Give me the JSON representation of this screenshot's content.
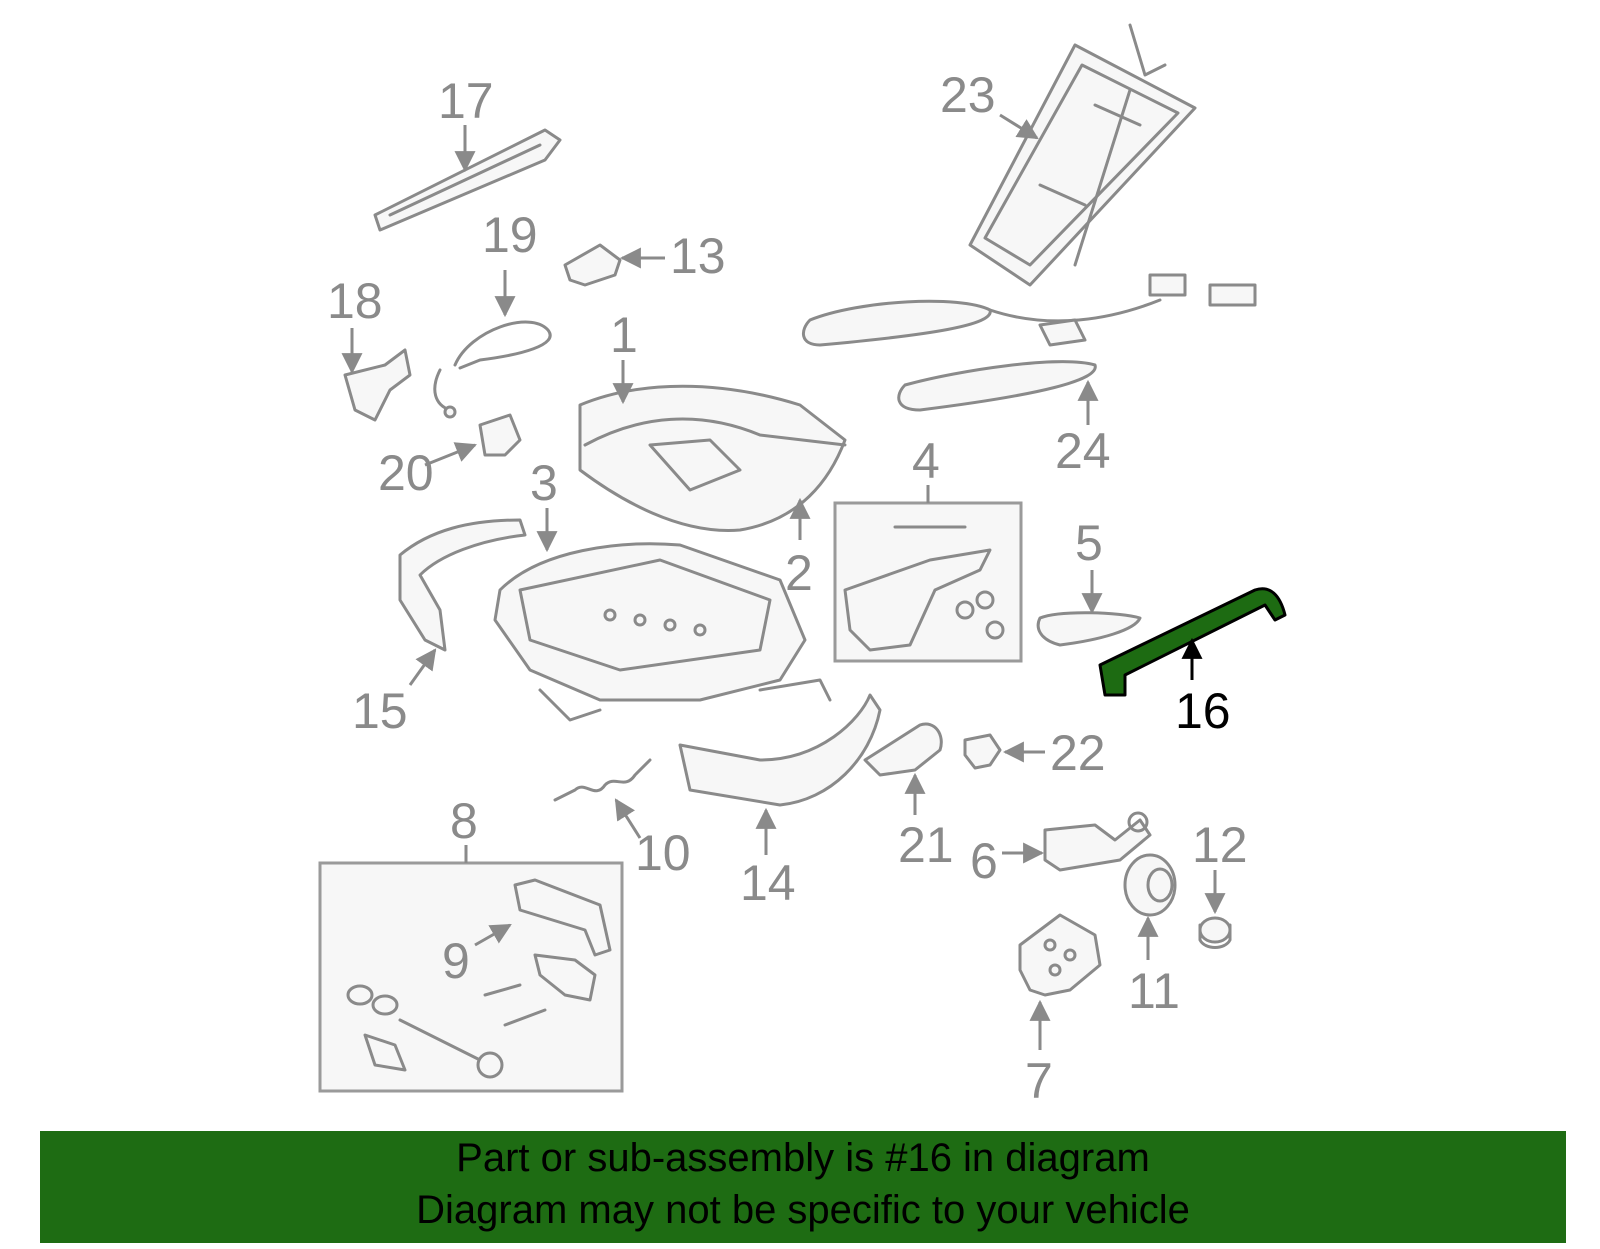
{
  "callouts": {
    "c1": "1",
    "c2": "2",
    "c3": "3",
    "c4": "4",
    "c5": "5",
    "c6": "6",
    "c7": "7",
    "c8": "8",
    "c9": "9",
    "c10": "10",
    "c11": "11",
    "c12": "12",
    "c13": "13",
    "c14": "14",
    "c15": "15",
    "c16": "16",
    "c17": "17",
    "c18": "18",
    "c19": "19",
    "c20": "20",
    "c21": "21",
    "c22": "22",
    "c23": "23",
    "c24": "24"
  },
  "banner": {
    "line1": "Part or sub-assembly is #16 in diagram",
    "line2": "Diagram may not be specific to your vehicle"
  },
  "colors": {
    "highlight": "#1e6c13",
    "parts": "#8a8a8a"
  }
}
